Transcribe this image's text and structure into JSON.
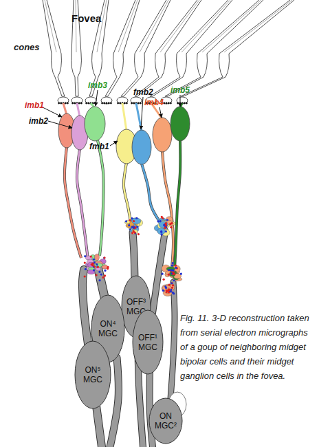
{
  "diagram": {
    "caption": "Fig. 11. 3-D reconstruction taken from serial electron micrographs of a goup of neighboring midget bipolar cells and their midget ganglion cells in the fovea.",
    "nodes": [
      {
        "text": [
          "OFF³ MGC"
        ]
      },
      {
        "text": [
          "ON⁴ MGC"
        ]
      },
      {
        "text": [
          "OFF¹ MGC"
        ]
      },
      {
        "text": [
          "ON⁵ MGC"
        ]
      },
      {
        "text": [
          "ON MGC²"
        ]
      }
    ],
    "labels": [
      "Fovea",
      "cones",
      "imb1",
      "imb2",
      "imb3",
      "fmb1",
      "fmb2",
      "imb4",
      "imb5"
    ]
  }
}
